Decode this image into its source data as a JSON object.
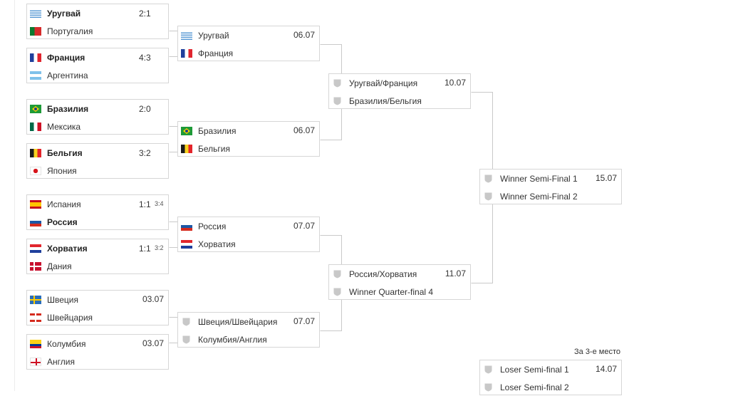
{
  "colors": {
    "border": "#d6d6d6",
    "connector": "#c9c9c9",
    "shield": "#c8c8c8"
  },
  "third_place_label": "За 3-е место",
  "r16": [
    {
      "teams": [
        {
          "name": "Уругвай",
          "flag": "uruguay-flag",
          "winner": true
        },
        {
          "name": "Португалия",
          "flag": "portugal-flag",
          "winner": false
        }
      ],
      "score": "2:1",
      "penalties": ""
    },
    {
      "teams": [
        {
          "name": "Франция",
          "flag": "france-flag",
          "winner": true
        },
        {
          "name": "Аргентина",
          "flag": "argentina-flag",
          "winner": false
        }
      ],
      "score": "4:3",
      "penalties": ""
    },
    {
      "teams": [
        {
          "name": "Бразилия",
          "flag": "brazil-flag",
          "winner": true
        },
        {
          "name": "Мексика",
          "flag": "mexico-flag",
          "winner": false
        }
      ],
      "score": "2:0",
      "penalties": ""
    },
    {
      "teams": [
        {
          "name": "Бельгия",
          "flag": "belgium-flag",
          "winner": true
        },
        {
          "name": "Япония",
          "flag": "japan-flag",
          "winner": false
        }
      ],
      "score": "3:2",
      "penalties": ""
    },
    {
      "teams": [
        {
          "name": "Испания",
          "flag": "spain-flag",
          "winner": false
        },
        {
          "name": "Россия",
          "flag": "russia-flag",
          "winner": true
        }
      ],
      "score": "1:1",
      "penalties": "3:4"
    },
    {
      "teams": [
        {
          "name": "Хорватия",
          "flag": "croatia-flag",
          "winner": true
        },
        {
          "name": "Дания",
          "flag": "denmark-flag",
          "winner": false
        }
      ],
      "score": "1:1",
      "penalties": "3:2"
    },
    {
      "teams": [
        {
          "name": "Швеция",
          "flag": "sweden-flag",
          "winner": false
        },
        {
          "name": "Швейцария",
          "flag": "switzerland-flag",
          "winner": false
        }
      ],
      "date": "03.07"
    },
    {
      "teams": [
        {
          "name": "Колумбия",
          "flag": "colombia-flag",
          "winner": false
        },
        {
          "name": "Англия",
          "flag": "england-flag",
          "winner": false
        }
      ],
      "date": "03.07"
    }
  ],
  "qf": [
    {
      "teams": [
        {
          "name": "Уругвай",
          "flag": "uruguay-flag"
        },
        {
          "name": "Франция",
          "flag": "france-flag"
        }
      ],
      "date": "06.07"
    },
    {
      "teams": [
        {
          "name": "Бразилия",
          "flag": "brazil-flag"
        },
        {
          "name": "Бельгия",
          "flag": "belgium-flag"
        }
      ],
      "date": "06.07"
    },
    {
      "teams": [
        {
          "name": "Россия",
          "flag": "russia-flag"
        },
        {
          "name": "Хорватия",
          "flag": "croatia-flag"
        }
      ],
      "date": "07.07"
    },
    {
      "teams": [
        {
          "name": "Швеция/Швейцария",
          "flag": "placeholder-shield"
        },
        {
          "name": "Колумбия/Англия",
          "flag": "placeholder-shield"
        }
      ],
      "date": "07.07"
    }
  ],
  "sf": [
    {
      "teams": [
        {
          "name": "Уругвай/Франция",
          "flag": "placeholder-shield"
        },
        {
          "name": "Бразилия/Бельгия",
          "flag": "placeholder-shield"
        }
      ],
      "date": "10.07"
    },
    {
      "teams": [
        {
          "name": "Россия/Хорватия",
          "flag": "placeholder-shield"
        },
        {
          "name": "Winner Quarter-final 4",
          "flag": "placeholder-shield"
        }
      ],
      "date": "11.07"
    }
  ],
  "final": {
    "teams": [
      {
        "name": "Winner Semi-Final 1",
        "flag": "placeholder-shield"
      },
      {
        "name": "Winner Semi-Final 2",
        "flag": "placeholder-shield"
      }
    ],
    "date": "15.07"
  },
  "third": {
    "teams": [
      {
        "name": "Loser Semi-final 1",
        "flag": "placeholder-shield"
      },
      {
        "name": "Loser Semi-final 2",
        "flag": "placeholder-shield"
      }
    ],
    "date": "14.07"
  }
}
